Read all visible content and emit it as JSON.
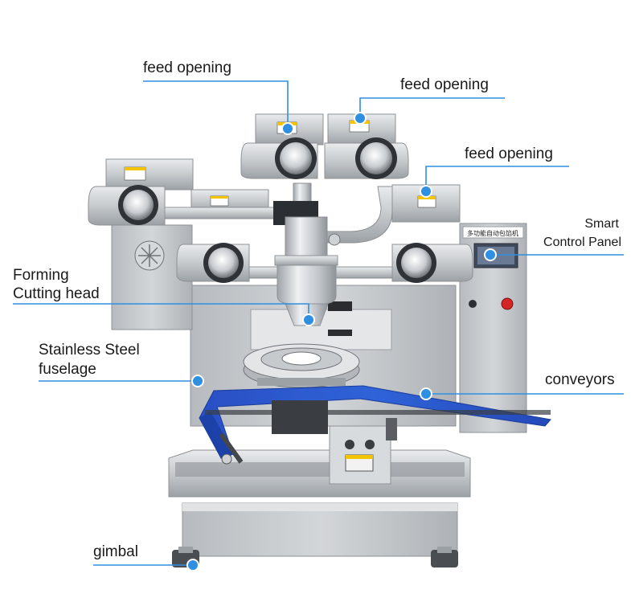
{
  "labels": {
    "feed_opening_1": "feed opening",
    "feed_opening_2": "feed opening",
    "feed_opening_3": "feed opening",
    "smart_control_panel_line1": "Smart",
    "smart_control_panel_line2": "Control Panel",
    "forming_cutting_head_line1": "Forming",
    "forming_cutting_head_line2": "Cutting head",
    "stainless_steel_line1": "Stainless Steel",
    "stainless_steel_line2": "fuselage",
    "conveyors": "conveyors",
    "gimbal": "gimbal"
  },
  "panel_sign": "多功能自动包馅机",
  "colors": {
    "accent_blue": "#2f8fe0",
    "conveyor_blue": "#1d56c9",
    "steel": "#c9ccd0",
    "steel_dark": "#8e9398",
    "frame": "#b9bcc0",
    "background": "#ffffff"
  }
}
